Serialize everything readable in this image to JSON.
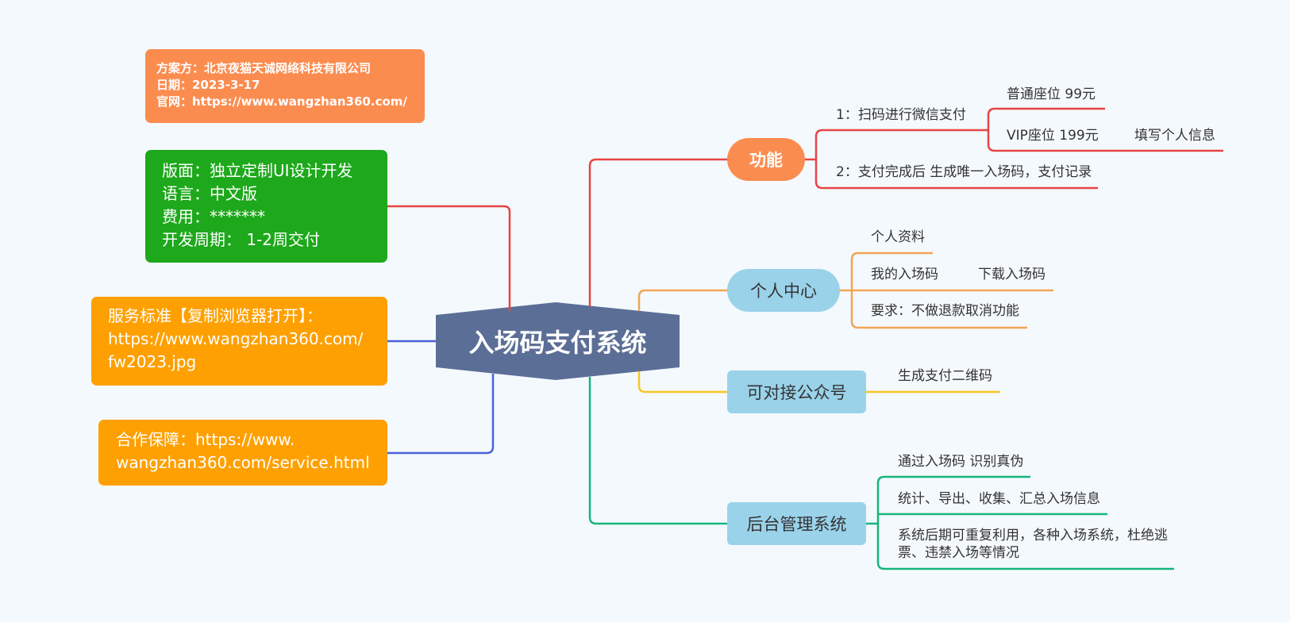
{
  "colors": {
    "background": "#f4f9fd",
    "central": "#5b6e96",
    "red_branch": "#e84444",
    "orange_branch": "#f2a455",
    "yellow_branch": "#f6c623",
    "green_branch": "#17b57c",
    "blue_branch": "#4a62d8",
    "info_box": "#fb8c4f",
    "green_box": "#1ea81c",
    "orange_box": "#fea001",
    "topic_blue": "#9ad2ea"
  },
  "central": {
    "label": "入场码支付系统"
  },
  "info_box": {
    "lines": [
      "方案方：北京夜猫天诚网络科技有限公司",
      "日期：2023-3-17",
      "官网：https://www.wangzhan360.com/"
    ]
  },
  "spec_box": {
    "lines": [
      "版面：独立定制UI设计开发",
      "语言：中文版",
      "费用：*******",
      "开发周期： 1-2周交付"
    ]
  },
  "service_box": {
    "lines": [
      "服务标准【复制浏览器打开】：",
      "https://www.wangzhan360.com/",
      "fw2023.jpg"
    ]
  },
  "coop_box": {
    "lines": [
      "合作保障：https://www.",
      "wangzhan360.com/service.html"
    ]
  },
  "topics": {
    "function": {
      "label": "功能",
      "items": [
        {
          "label": "1：扫码进行微信支付",
          "children": [
            "普通座位  99元",
            "VIP座位 199元"
          ],
          "grandchild": "填写个人信息"
        },
        {
          "label": "2：支付完成后 生成唯一入场码，支付记录"
        }
      ]
    },
    "personal": {
      "label": "个人中心",
      "items": [
        "个人资料",
        "我的入场码",
        "要求：不做退款取消功能"
      ],
      "sub": "下载入场码"
    },
    "public": {
      "label": "可对接公众号",
      "items": [
        "生成支付二维码"
      ]
    },
    "admin": {
      "label": "后台管理系统",
      "items": [
        "通过入场码 识别真伪",
        "统计、导出、收集、汇总入场信息",
        "系统后期可重复利用，各种入场系统，杜绝逃票、违禁入场等情况"
      ]
    }
  }
}
